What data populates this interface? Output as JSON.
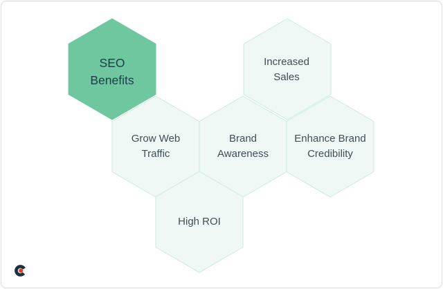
{
  "page": {
    "background_color": "#ffffff",
    "card_border_color": "#d9d9d9"
  },
  "diagram": {
    "type": "hexagon-cluster",
    "topic": "SEO Benefits",
    "colors": {
      "primary_fill": "#6fc7a0",
      "primary_text": "#1d3b49",
      "light_fill": "#eff8f4",
      "light_stroke": "#cdeadd",
      "light_text": "#3f4d55"
    },
    "hexagons": [
      {
        "id": "seo-benefits",
        "label": "SEO Benefits",
        "lines": [
          "SEO",
          "Benefits"
        ],
        "variant": "primary",
        "fill": "#6fc7a0",
        "text_color": "#1d3b49"
      },
      {
        "id": "increased-sales",
        "label": "Increased Sales",
        "lines": [
          "Increased",
          "Sales"
        ],
        "variant": "light",
        "fill": "#eff8f4",
        "text_color": "#3f4d55"
      },
      {
        "id": "grow-web-traffic",
        "label": "Grow Web Traffic",
        "lines": [
          "Grow Web",
          "Traffic"
        ],
        "variant": "light",
        "fill": "#eff8f4",
        "text_color": "#3f4d55"
      },
      {
        "id": "brand-awareness",
        "label": "Brand Awareness",
        "lines": [
          "Brand",
          "Awareness"
        ],
        "variant": "light",
        "fill": "#eff8f4",
        "text_color": "#3f4d55"
      },
      {
        "id": "enhance-brand-credibility",
        "label": "Enhance Brand Credibility",
        "lines": [
          "Enhance Brand",
          "Credibility"
        ],
        "variant": "light",
        "fill": "#eff8f4",
        "text_color": "#3f4d55"
      },
      {
        "id": "high-roi",
        "label": "High ROI",
        "lines": [
          "High ROI"
        ],
        "variant": "light",
        "fill": "#eff8f4",
        "text_color": "#3f4d55"
      }
    ]
  },
  "branding": {
    "logo_letter": "C",
    "logo_color": "#1b3141",
    "logo_dot_color": "#e73b2c"
  }
}
